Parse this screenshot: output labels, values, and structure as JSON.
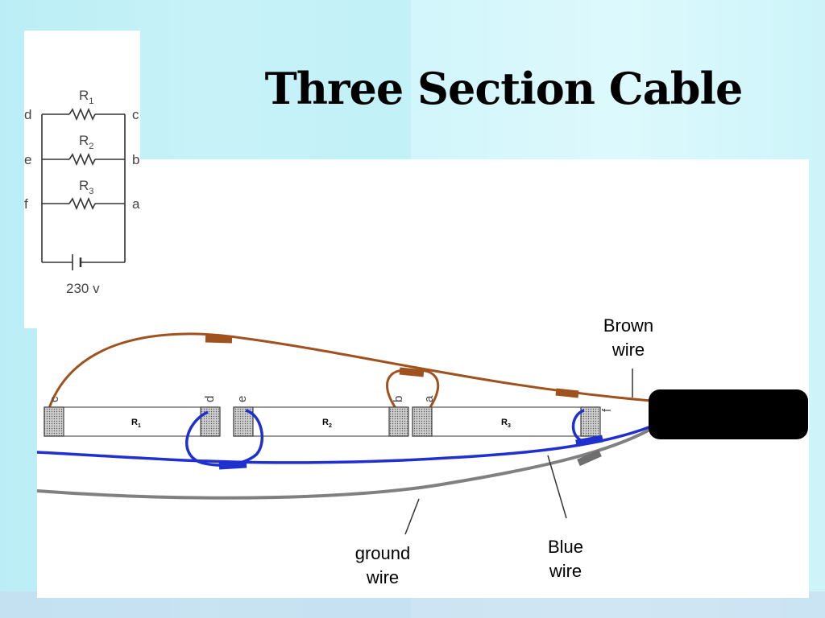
{
  "slide": {
    "title": "Three Section Cable"
  },
  "schematic": {
    "resistors": [
      {
        "label": "R",
        "sub": "1",
        "left": "d",
        "right": "c"
      },
      {
        "label": "R",
        "sub": "2",
        "left": "e",
        "right": "b"
      },
      {
        "label": "R",
        "sub": "3",
        "left": "f",
        "right": "a"
      }
    ],
    "supply": "230 v"
  },
  "cable_diagram": {
    "sections": [
      {
        "label": "R",
        "sub": "1",
        "term_left": "c",
        "term_right": "d"
      },
      {
        "label": "R",
        "sub": "2",
        "term_left": "e",
        "term_right": "b"
      },
      {
        "label": "R",
        "sub": "3",
        "term_left": "a",
        "term_right": "f"
      }
    ],
    "labels": {
      "brown": [
        "Brown",
        "wire"
      ],
      "ground": [
        "ground",
        "wire"
      ],
      "blue": [
        "Blue",
        "wire"
      ]
    },
    "colors": {
      "brown": "#a0521e",
      "blue": "#1f2fd0",
      "ground": "#808080",
      "connector": "#000000"
    }
  }
}
